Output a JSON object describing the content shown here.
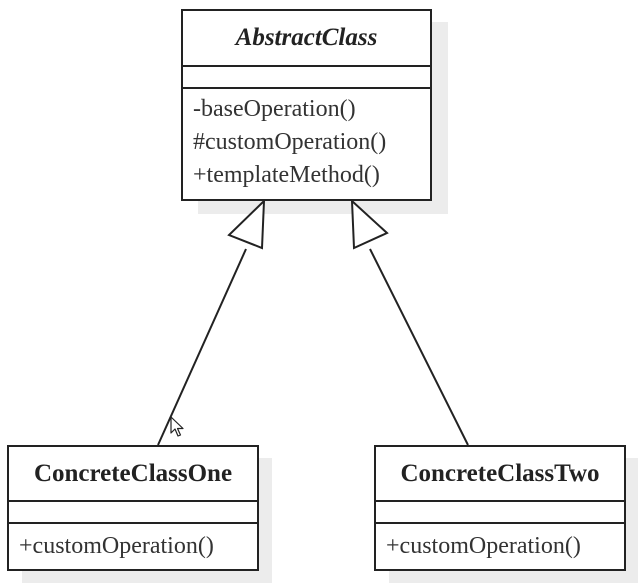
{
  "diagram": {
    "abstract_class": {
      "name": "AbstractClass",
      "attributes": [],
      "operations": [
        "-baseOperation()",
        "#customOperation()",
        "+templateMethod()"
      ]
    },
    "concrete_one": {
      "name": "ConcreteClassOne",
      "attributes": [],
      "operations": [
        "+customOperation()"
      ]
    },
    "concrete_two": {
      "name": "ConcreteClassTwo",
      "attributes": [],
      "operations": [
        "+customOperation()"
      ]
    },
    "relations": [
      {
        "type": "generalization",
        "from": "ConcreteClassOne",
        "to": "AbstractClass"
      },
      {
        "type": "generalization",
        "from": "ConcreteClassTwo",
        "to": "AbstractClass"
      }
    ]
  },
  "colors": {
    "stroke": "#222222",
    "text": "#333333",
    "shadow": "#ececec",
    "background": "#ffffff"
  }
}
